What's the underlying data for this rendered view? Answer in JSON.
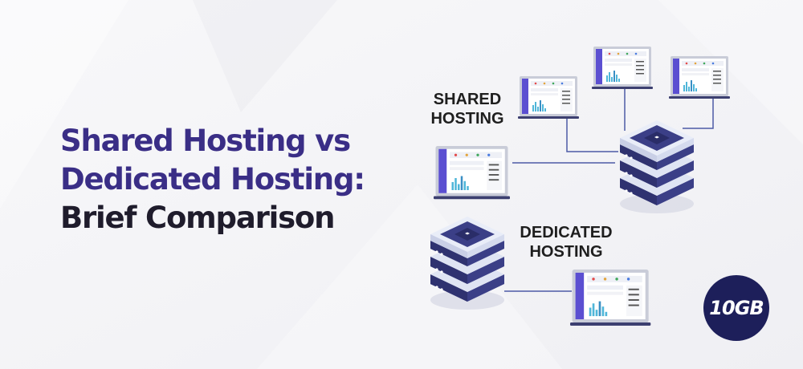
{
  "title": {
    "line1": "Shared Hosting vs",
    "line2": "Dedicated Hosting:",
    "line3": "Brief Comparison"
  },
  "labels": {
    "shared_line1": "SHARED",
    "shared_line2": "HOSTING",
    "dedicated_line1": "DEDICATED",
    "dedicated_line2": "HOSTING"
  },
  "logo": {
    "text": "10GB"
  },
  "colors": {
    "title_primary": "#3a2e86",
    "title_secondary": "#1f1c2c",
    "server_dark": "#3b3f87",
    "server_light": "#e9edf8",
    "screen_sidebar": "#5b4fd1",
    "connector": "#4d5ba6",
    "logo_bg": "#1d1f5a"
  }
}
